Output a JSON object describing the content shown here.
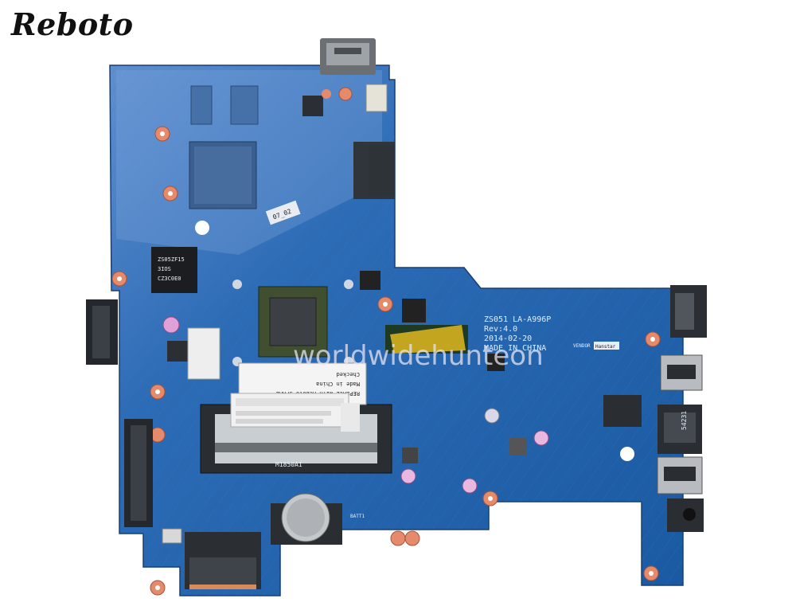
{
  "brand": {
    "name": "Reboto"
  },
  "board": {
    "model": "ZS051 LA-A996P",
    "revision": "Rev:4.0",
    "date": "2014-02-20",
    "origin": "MADE IN CHINA",
    "vendor_label": "VENDOR",
    "vendor_name": "Hanstar",
    "sticker_tag": "07_02",
    "chip_marking": [
      "ZS05ZF15",
      "3IOS",
      "CZ3C0E0"
    ],
    "inductor_marking": "54231",
    "dimm_label": "M1850A1",
    "battery_label": "BATT1"
  },
  "sticker": {
    "line1": "REPLACE WITH Reboto SPARE",
    "line2": "Made in China",
    "line3": "Checked"
  },
  "watermark": "worldwidehunteon",
  "colors": {
    "pcb": "#1f5fa8",
    "pcb_dark": "#184f8e",
    "solder_pad": "#e58b6c",
    "connector": "#cfd3d6"
  }
}
